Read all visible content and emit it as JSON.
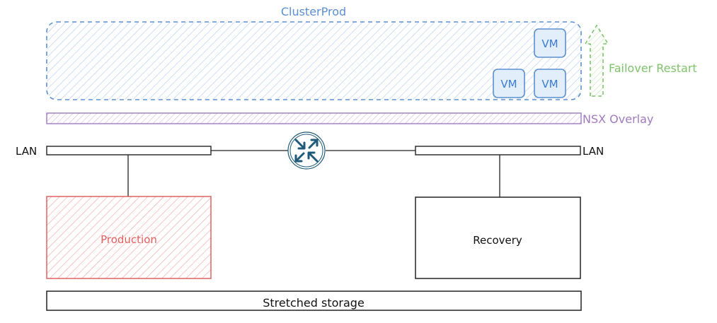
{
  "cluster": {
    "title": "ClusterProd",
    "vms": [
      {
        "label": "VM"
      },
      {
        "label": "VM"
      },
      {
        "label": "VM"
      }
    ]
  },
  "failover": {
    "label": "Failover Restart"
  },
  "overlay": {
    "label": "NSX Overlay"
  },
  "network": {
    "lan_left_label": "LAN",
    "lan_right_label": "LAN",
    "router_icon": "router-icon"
  },
  "sites": {
    "production_label": "Production",
    "recovery_label": "Recovery"
  },
  "storage": {
    "label": "Stretched storage"
  },
  "colors": {
    "cluster": "#5b8fd1",
    "failover": "#7fc46a",
    "overlay": "#a07ac0",
    "production": "#e06060",
    "router": "#1f5a7a",
    "line": "#222222"
  }
}
